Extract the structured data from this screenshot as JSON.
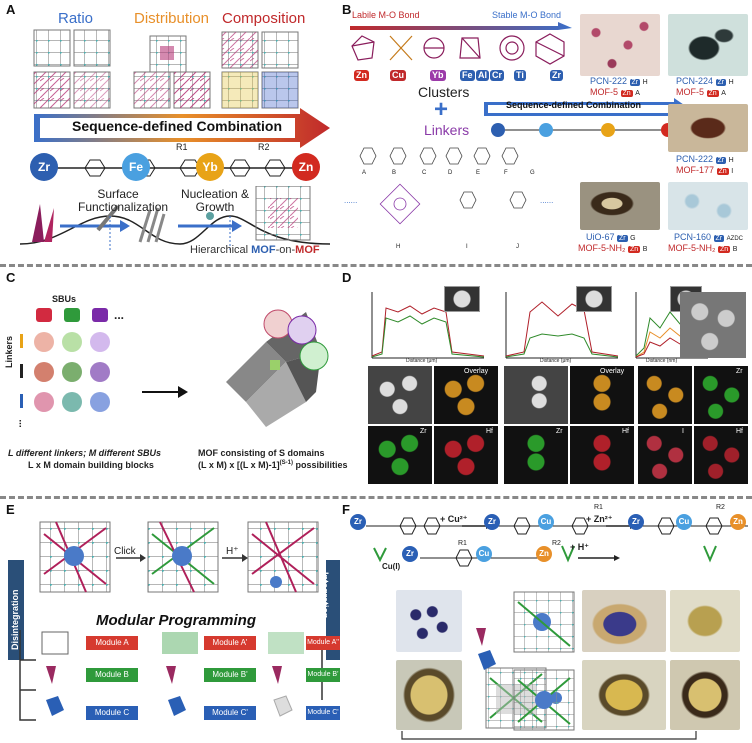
{
  "panels": {
    "A": {
      "label": "A",
      "headers": [
        "Ratio",
        "Distribution",
        "Composition"
      ],
      "header_colors": [
        "#3a6fc9",
        "#e8902a",
        "#c0292b"
      ],
      "banner": "Sequence-defined Combination",
      "chain": [
        "Zr",
        "Fe",
        "Yb",
        "Zn"
      ],
      "chain_colors": [
        "#2d5fb0",
        "#4aa0e0",
        "#e8a317",
        "#d22a20"
      ],
      "subs": [
        "R1",
        "R2"
      ],
      "steps": [
        "Surface Functionalization",
        "Nucleation & Growth"
      ],
      "bottom_prefix": "Hierarchical ",
      "bottom_mof1": "MOF",
      "bottom_mid": "-on-",
      "bottom_mof2": "MOF"
    },
    "B": {
      "label": "B",
      "labile": "Labile M-O Bond",
      "stable": "Stable M-O Bond",
      "metals": [
        "Zn",
        "Cu",
        "Yb",
        "Fe",
        "Al",
        "Cr",
        "Ti",
        "Zr"
      ],
      "clusters": "Clusters",
      "plus": "+",
      "linkers": "Linkers",
      "banner": "Sequence-defined Combination",
      "linker_letters": [
        "A",
        "B",
        "C",
        "D",
        "E",
        "F",
        "G",
        "H",
        "I",
        "J"
      ],
      "dots": "......",
      "photos": [
        {
          "top": "PCN-222",
          "top_chip": "Zr",
          "top_code": "H",
          "bot": "MOF-5",
          "bot_chip": "Zn",
          "bot_code": "A"
        },
        {
          "top": "PCN-224",
          "top_chip": "Zr",
          "top_code": "H",
          "bot": "MOF-5",
          "bot_chip": "Zn",
          "bot_code": "A"
        },
        {
          "top": "PCN-222",
          "top_chip": "Zr",
          "top_code": "H",
          "bot": "MOF-177",
          "bot_chip": "Zn",
          "bot_code": "I"
        },
        {
          "top": "UiO-67",
          "top_chip": "Zr",
          "top_code": "G",
          "bot": "MOF-5-NH₂",
          "bot_chip": "Zn",
          "bot_code": "B"
        },
        {
          "top": "PCN-160",
          "top_chip": "Zr",
          "top_code": "AZDC",
          "bot": "MOF-5-NH₂",
          "bot_chip": "Zn",
          "bot_code": "B"
        }
      ]
    },
    "C": {
      "label": "C",
      "sbus": "SBUs",
      "linkers": "Linkers",
      "ellipsis": "...",
      "left_caption_1": "L different linkers; M different SBUs",
      "left_caption_2": "L x M domain building blocks",
      "right_caption_1": "MOF consisting of S domains",
      "right_caption_2": "(L x M) x [(L x M)-1]",
      "right_caption_sup": "(S-1)",
      "right_caption_3": " possibilities"
    },
    "D": {
      "label": "D",
      "xlabel": "Distance (μm)",
      "xlabel_small": "Distance (nm)",
      "overlay": "Overlay",
      "maps": [
        "Zr",
        "Hf",
        "Zr",
        "Hf",
        "Zr",
        "I",
        "Hf"
      ]
    },
    "E": {
      "label": "E",
      "click": "Click",
      "hplus": "H⁺",
      "disintegration": "Disintegration",
      "integration": "Integration",
      "modular": "Modular Programming",
      "modules": [
        "Module A",
        "Module A'",
        "Module A''",
        "Module B",
        "Module B'",
        "Module B'",
        "Module C",
        "Module C'",
        "Module C'"
      ],
      "module_colors": [
        "#d63a2f",
        "#2f9a3b",
        "#2a5fb5"
      ]
    },
    "F": {
      "label": "F",
      "cu": "+ Cu²⁺",
      "zn": "+ Zn²⁺",
      "cuI": "Cu(I)",
      "hplus": "+ H⁺",
      "metals": [
        "Zr",
        "Cu",
        "Zr",
        "Cu",
        "Zn",
        "Zr",
        "Cu",
        "Zn",
        "Zr"
      ],
      "subs": [
        "R1",
        "R1",
        "R2",
        "R2"
      ]
    }
  }
}
